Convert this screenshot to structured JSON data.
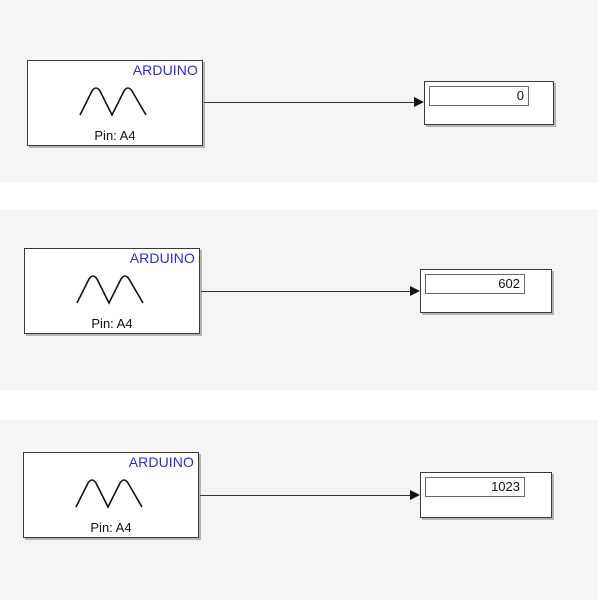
{
  "rows": [
    {
      "source": {
        "brand": "ARDUINO",
        "pin_label": "Pin: A4"
      },
      "display": {
        "value": "0"
      }
    },
    {
      "source": {
        "brand": "ARDUINO",
        "pin_label": "Pin: A4"
      },
      "display": {
        "value": "602"
      }
    },
    {
      "source": {
        "brand": "ARDUINO",
        "pin_label": "Pin: A4"
      },
      "display": {
        "value": "1023"
      }
    }
  ],
  "colors": {
    "brand_text": "#2a2ad6",
    "panel_background": "#f5f5f5",
    "block_border": "#3a3a3a"
  },
  "icons": {
    "source": "waveform-icon",
    "connector": "signal-arrow-icon"
  }
}
